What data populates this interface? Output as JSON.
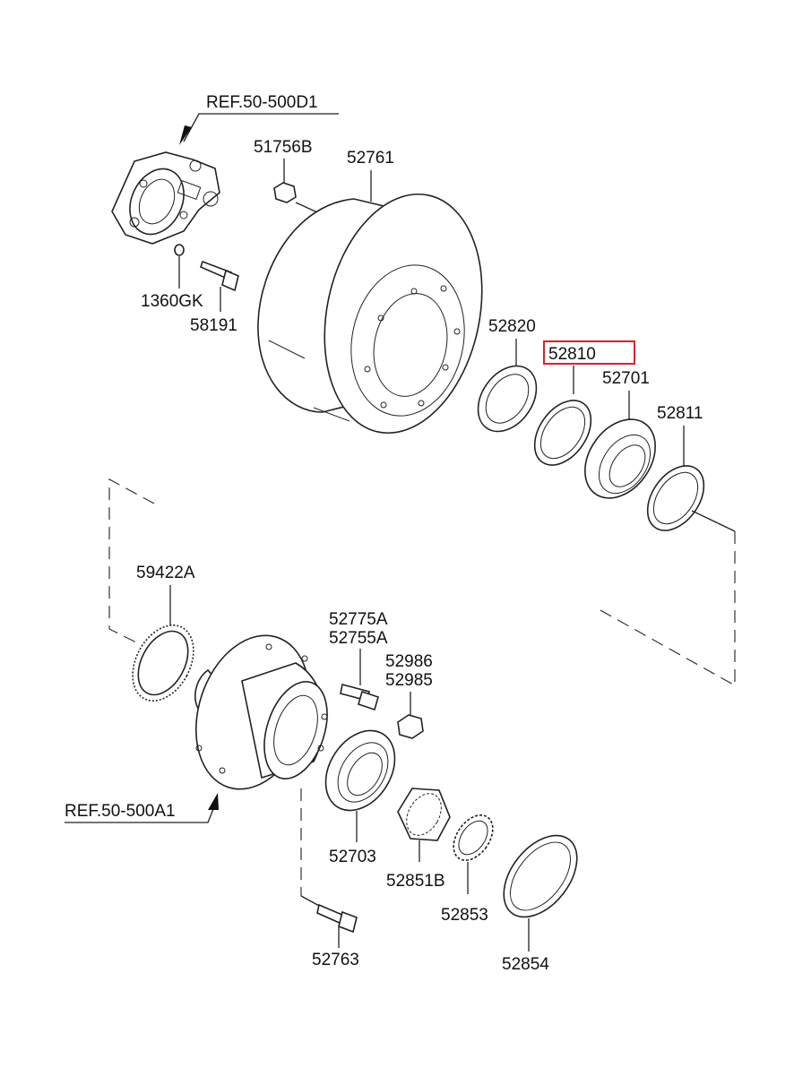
{
  "labels": {
    "ref_top": "REF.50-500D1",
    "ref_bottom": "REF.50-500A1",
    "p51756b": "51756B",
    "p52761": "52761",
    "p1360gk": "1360GK",
    "p58191": "58191",
    "p52820": "52820",
    "p52810": "52810",
    "p52701": "52701",
    "p52811": "52811",
    "p59422a": "59422A",
    "p52775a": "52775A",
    "p52755a": "52755A",
    "p52986": "52986",
    "p52985": "52985",
    "p52703": "52703",
    "p52851b": "52851B",
    "p52853": "52853",
    "p52854": "52854",
    "p52763": "52763"
  },
  "highlight_color": "#e02020"
}
